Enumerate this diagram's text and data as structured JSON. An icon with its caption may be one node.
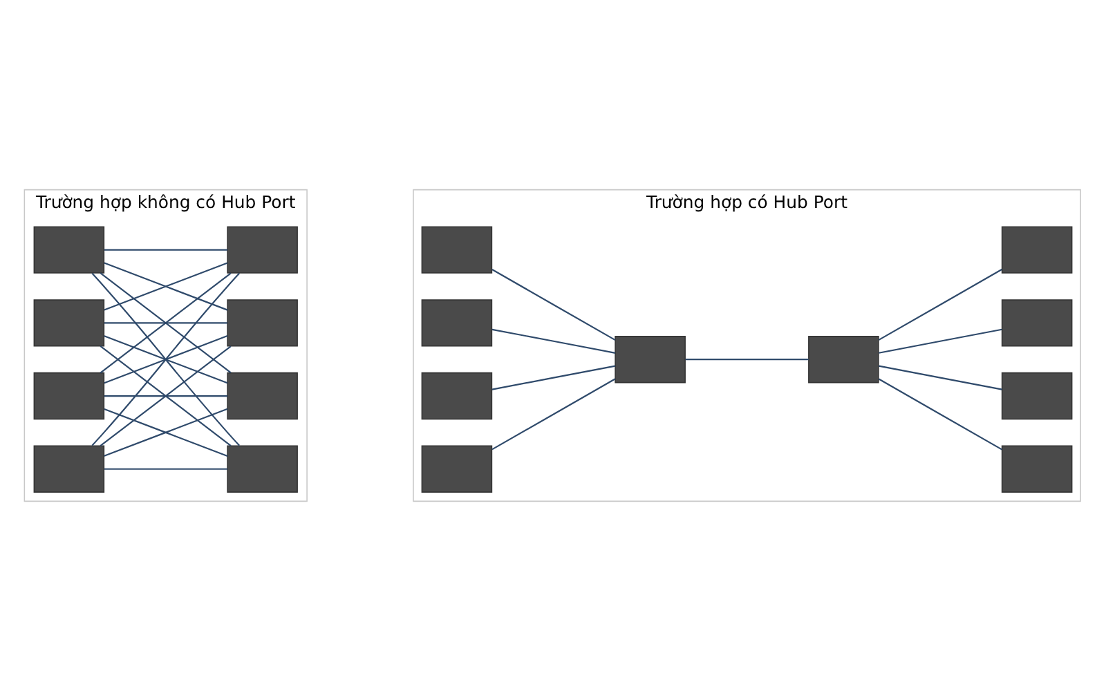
{
  "diagram": {
    "nodes": [
      {
        "text": [
          "Trường hợp không có Hub Port"
        ]
      },
      {
        "text": [],
        "shape": "box",
        "in": 0
      },
      {
        "text": [],
        "shape": "box",
        "in": 0
      },
      {
        "text": [],
        "shape": "box",
        "in": 0
      },
      {
        "text": [],
        "shape": "box",
        "in": 0
      },
      {
        "text": [],
        "shape": "box",
        "in": 0
      },
      {
        "text": [],
        "shape": "box",
        "in": 0
      },
      {
        "text": [],
        "shape": "box",
        "in": 0
      },
      {
        "text": [],
        "shape": "box",
        "in": 0
      },
      {
        "text": [
          "Trường hợp có Hub Port"
        ]
      },
      {
        "text": [],
        "shape": "box",
        "in": 9
      },
      {
        "text": [],
        "shape": "box",
        "in": 9
      },
      {
        "text": [],
        "shape": "box",
        "in": 9
      },
      {
        "text": [],
        "shape": "box",
        "in": 9
      },
      {
        "text": [],
        "shape": "box",
        "in": 9
      },
      {
        "text": [],
        "shape": "box",
        "in": 9
      },
      {
        "text": [],
        "shape": "box",
        "in": 9
      },
      {
        "text": [],
        "shape": "box",
        "in": 9
      },
      {
        "text": [],
        "shape": "box",
        "in": 9
      },
      {
        "text": [],
        "shape": "box",
        "in": 9
      }
    ],
    "edges": [
      {
        "from": 1,
        "to": 5,
        "arrow": "none"
      },
      {
        "from": 1,
        "to": 6,
        "arrow": "none"
      },
      {
        "from": 1,
        "to": 7,
        "arrow": "none"
      },
      {
        "from": 1,
        "to": 8,
        "arrow": "none"
      },
      {
        "from": 2,
        "to": 5,
        "arrow": "none"
      },
      {
        "from": 2,
        "to": 6,
        "arrow": "none"
      },
      {
        "from": 2,
        "to": 7,
        "arrow": "none"
      },
      {
        "from": 2,
        "to": 8,
        "arrow": "none"
      },
      {
        "from": 3,
        "to": 5,
        "arrow": "none"
      },
      {
        "from": 3,
        "to": 6,
        "arrow": "none"
      },
      {
        "from": 3,
        "to": 7,
        "arrow": "none"
      },
      {
        "from": 3,
        "to": 8,
        "arrow": "none"
      },
      {
        "from": 4,
        "to": 5,
        "arrow": "none"
      },
      {
        "from": 4,
        "to": 6,
        "arrow": "none"
      },
      {
        "from": 4,
        "to": 7,
        "arrow": "none"
      },
      {
        "from": 4,
        "to": 8,
        "arrow": "none"
      },
      {
        "from": 10,
        "to": 14,
        "arrow": "none"
      },
      {
        "from": 11,
        "to": 14,
        "arrow": "none"
      },
      {
        "from": 12,
        "to": 14,
        "arrow": "none"
      },
      {
        "from": 13,
        "to": 14,
        "arrow": "none"
      },
      {
        "from": 14,
        "to": 15,
        "arrow": "none"
      },
      {
        "from": 15,
        "to": 16,
        "arrow": "none"
      },
      {
        "from": 15,
        "to": 17,
        "arrow": "none"
      },
      {
        "from": 15,
        "to": 18,
        "arrow": "none"
      },
      {
        "from": 15,
        "to": 19,
        "arrow": "none"
      }
    ]
  }
}
